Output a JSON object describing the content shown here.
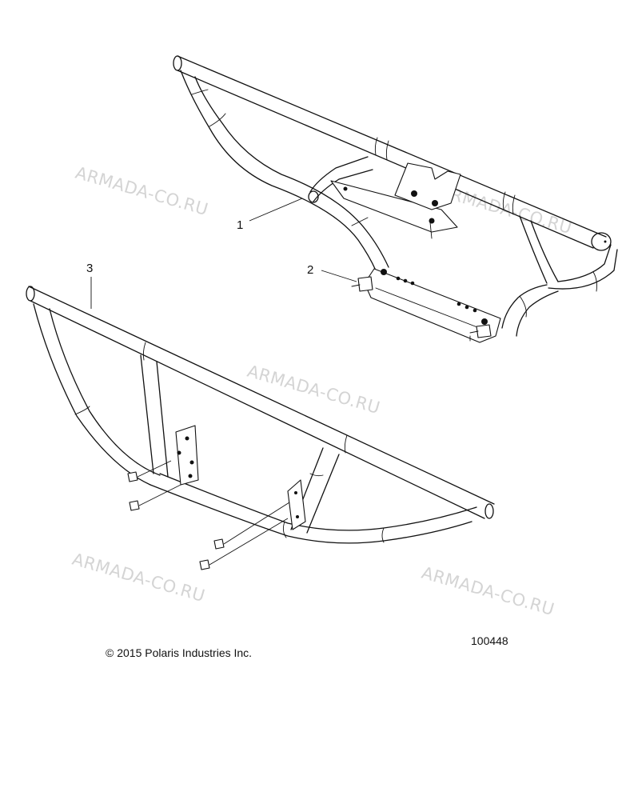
{
  "watermarks": [
    "ARMADA-CO.RU",
    "ARMADA-CO.RU",
    "ARMADA-CO.RU",
    "ARMADA-CO.RU",
    "ARMADA-CO.RU"
  ],
  "callouts": [
    "1",
    "2",
    "3"
  ],
  "copyright": "© 2015 Polaris Industries Inc.",
  "figure_number": "100448",
  "colors": {
    "ink": "#111111",
    "watermark": "#d4d4d4",
    "background": "#ffffff"
  }
}
